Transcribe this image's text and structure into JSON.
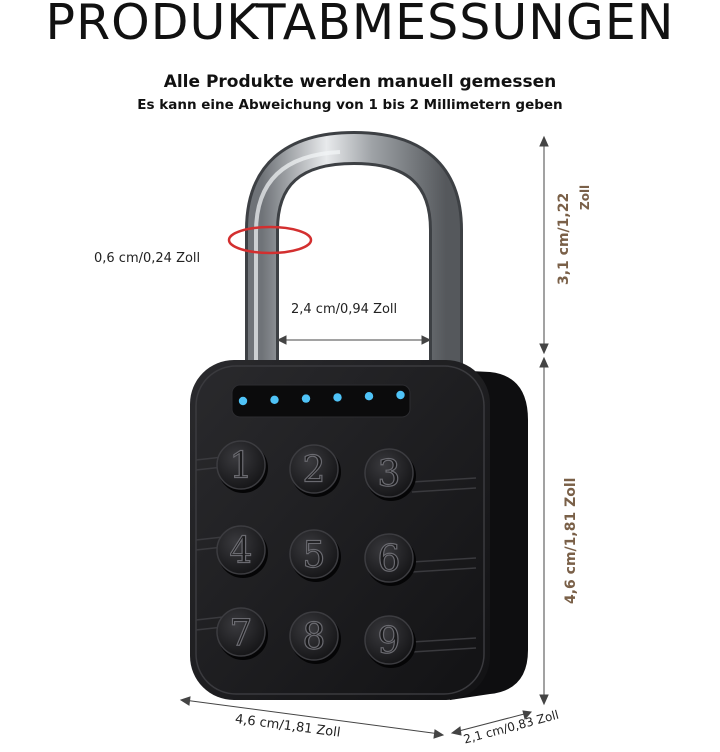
{
  "title": "PRODUKTABMESSUNGEN",
  "subtitle_line1": "Alle Produkte werden manuell gemessen",
  "subtitle_line2": "Es kann eine Abweichung von 1 bis 2 Millimetern geben",
  "dimensions": {
    "shackle_thickness": "0,6 cm/0,24 Zoll",
    "shackle_inner_width": "2,4 cm/0,94 Zoll",
    "shackle_height_line1": "3,1 cm/1,22",
    "shackle_height_line2": "Zoll",
    "body_height": "4,6 cm/1,81 Zoll",
    "body_width": "4,6 cm/1,81 Zoll",
    "body_depth": "2,1 cm/0,83 Zoll"
  },
  "keypad": {
    "keys": [
      "1",
      "2",
      "3",
      "4",
      "5",
      "6",
      "7",
      "8",
      "9"
    ],
    "indicator_lights": 6
  },
  "colors": {
    "lock_body": "#1c1c1e",
    "indicator": "#4fc3f7",
    "highlight_ring": "#d32f2f",
    "dimension_line": "#444444",
    "vertical_label": "#7a6048"
  }
}
